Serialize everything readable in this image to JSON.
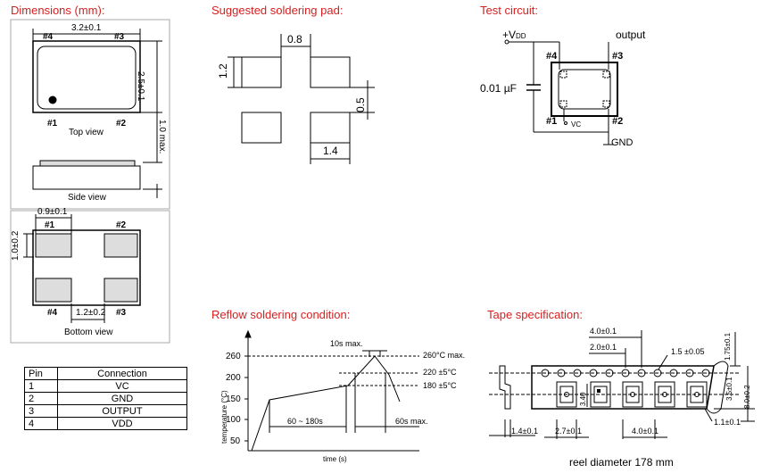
{
  "sections": {
    "dimensions": "Dimensions (mm):",
    "soldering_pad": "Suggested soldering pad:",
    "test_circuit": "Test circuit:",
    "reflow": "Reflow soldering condition:",
    "tape": "Tape specification:"
  },
  "dimensions": {
    "width": "3.2±0.1",
    "height": "2.5±0.1",
    "thickness": "1.0 max.",
    "pin1": "#1",
    "pin2": "#2",
    "pin3": "#3",
    "pin4": "#4",
    "top_view": "Top view",
    "side_view": "Side view",
    "bottom_view": "Bottom view",
    "pad_width": "0.9±0.1",
    "pad_height": "1.0±0.2",
    "pad_gap": "1.2±0.2"
  },
  "soldering_pad": {
    "gap_x": "0.8",
    "pad_h": "1.2",
    "gap_y": "0.5",
    "pad_w": "1.4"
  },
  "test_circuit": {
    "vdd_prefix": "+V",
    "vdd_sub": "DD",
    "output": "output",
    "capacitor": "0.01 µF",
    "vc": "VC",
    "gnd": "GND",
    "pin1": "#1",
    "pin2": "#2",
    "pin3": "#3",
    "pin4": "#4"
  },
  "pin_table": {
    "headers": [
      "Pin",
      "Connection"
    ],
    "rows": [
      {
        "pin": "1",
        "conn": "VC"
      },
      {
        "pin": "2",
        "conn": "GND"
      },
      {
        "pin": "3",
        "conn": "OUTPUT"
      },
      {
        "pin": "4",
        "conn": "VDD"
      }
    ]
  },
  "reflow": {
    "ylabel": "temperature (°C)",
    "xlabel": "time (s)",
    "yticks": [
      "260",
      "200",
      "150",
      "100",
      "50"
    ],
    "t260": "260°C max.",
    "t220": "220 ±5°C",
    "t180": "180 ±5°C",
    "peak_time": "10s max.",
    "preheat": "60 ~ 180s",
    "above": "60s max."
  },
  "tape": {
    "pitch_holes": "4.0±0.1",
    "hole_to_pocket": "2.0±0.1",
    "hole_dia": "1.5 ±0.05",
    "edge_to_hole": "1.75±0.1",
    "center": "3.5±0.1",
    "width": "8.0±0.2",
    "pocket_h": "3.40",
    "thickness": "1.4±0.1",
    "pocket_w": "2.7±0.1",
    "pocket_pitch": "4.0±0.1",
    "pocket_hole": "1.1±0.1",
    "reel": "reel diameter 178 mm"
  }
}
